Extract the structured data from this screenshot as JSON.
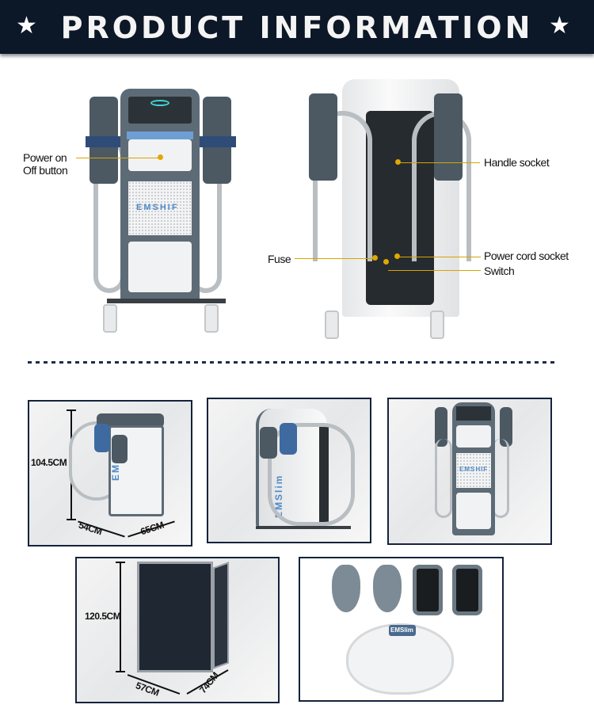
{
  "header": {
    "title": "PRODUCT INFORMATION",
    "left_icon": "star-icon",
    "right_icon": "star-icon"
  },
  "front_view": {
    "logo": "EMSHIF",
    "labels": {
      "power_line1": "Power on",
      "power_line2": "Off button"
    }
  },
  "back_view": {
    "labels": {
      "handle_socket": "Handle socket",
      "fuse": "Fuse",
      "power_cord_socket": "Power cord socket",
      "switch": "Switch"
    }
  },
  "gallery": {
    "angle_view": {
      "height": "104.5CM",
      "depth": "54CM",
      "width": "65CM",
      "logo": "EMSlim"
    },
    "side_view": {
      "logo": "EMSlim"
    },
    "front_view": {
      "logo": "EMSHIF"
    },
    "flight_case": {
      "height": "120.5CM",
      "depth": "57CM",
      "width": "74CM"
    },
    "accessories": {
      "logo": "EMSlim"
    }
  },
  "colors": {
    "header": "#0c1727",
    "leader": "#d9a400",
    "accent": "#4f8ac4",
    "frame": "#15233b"
  }
}
